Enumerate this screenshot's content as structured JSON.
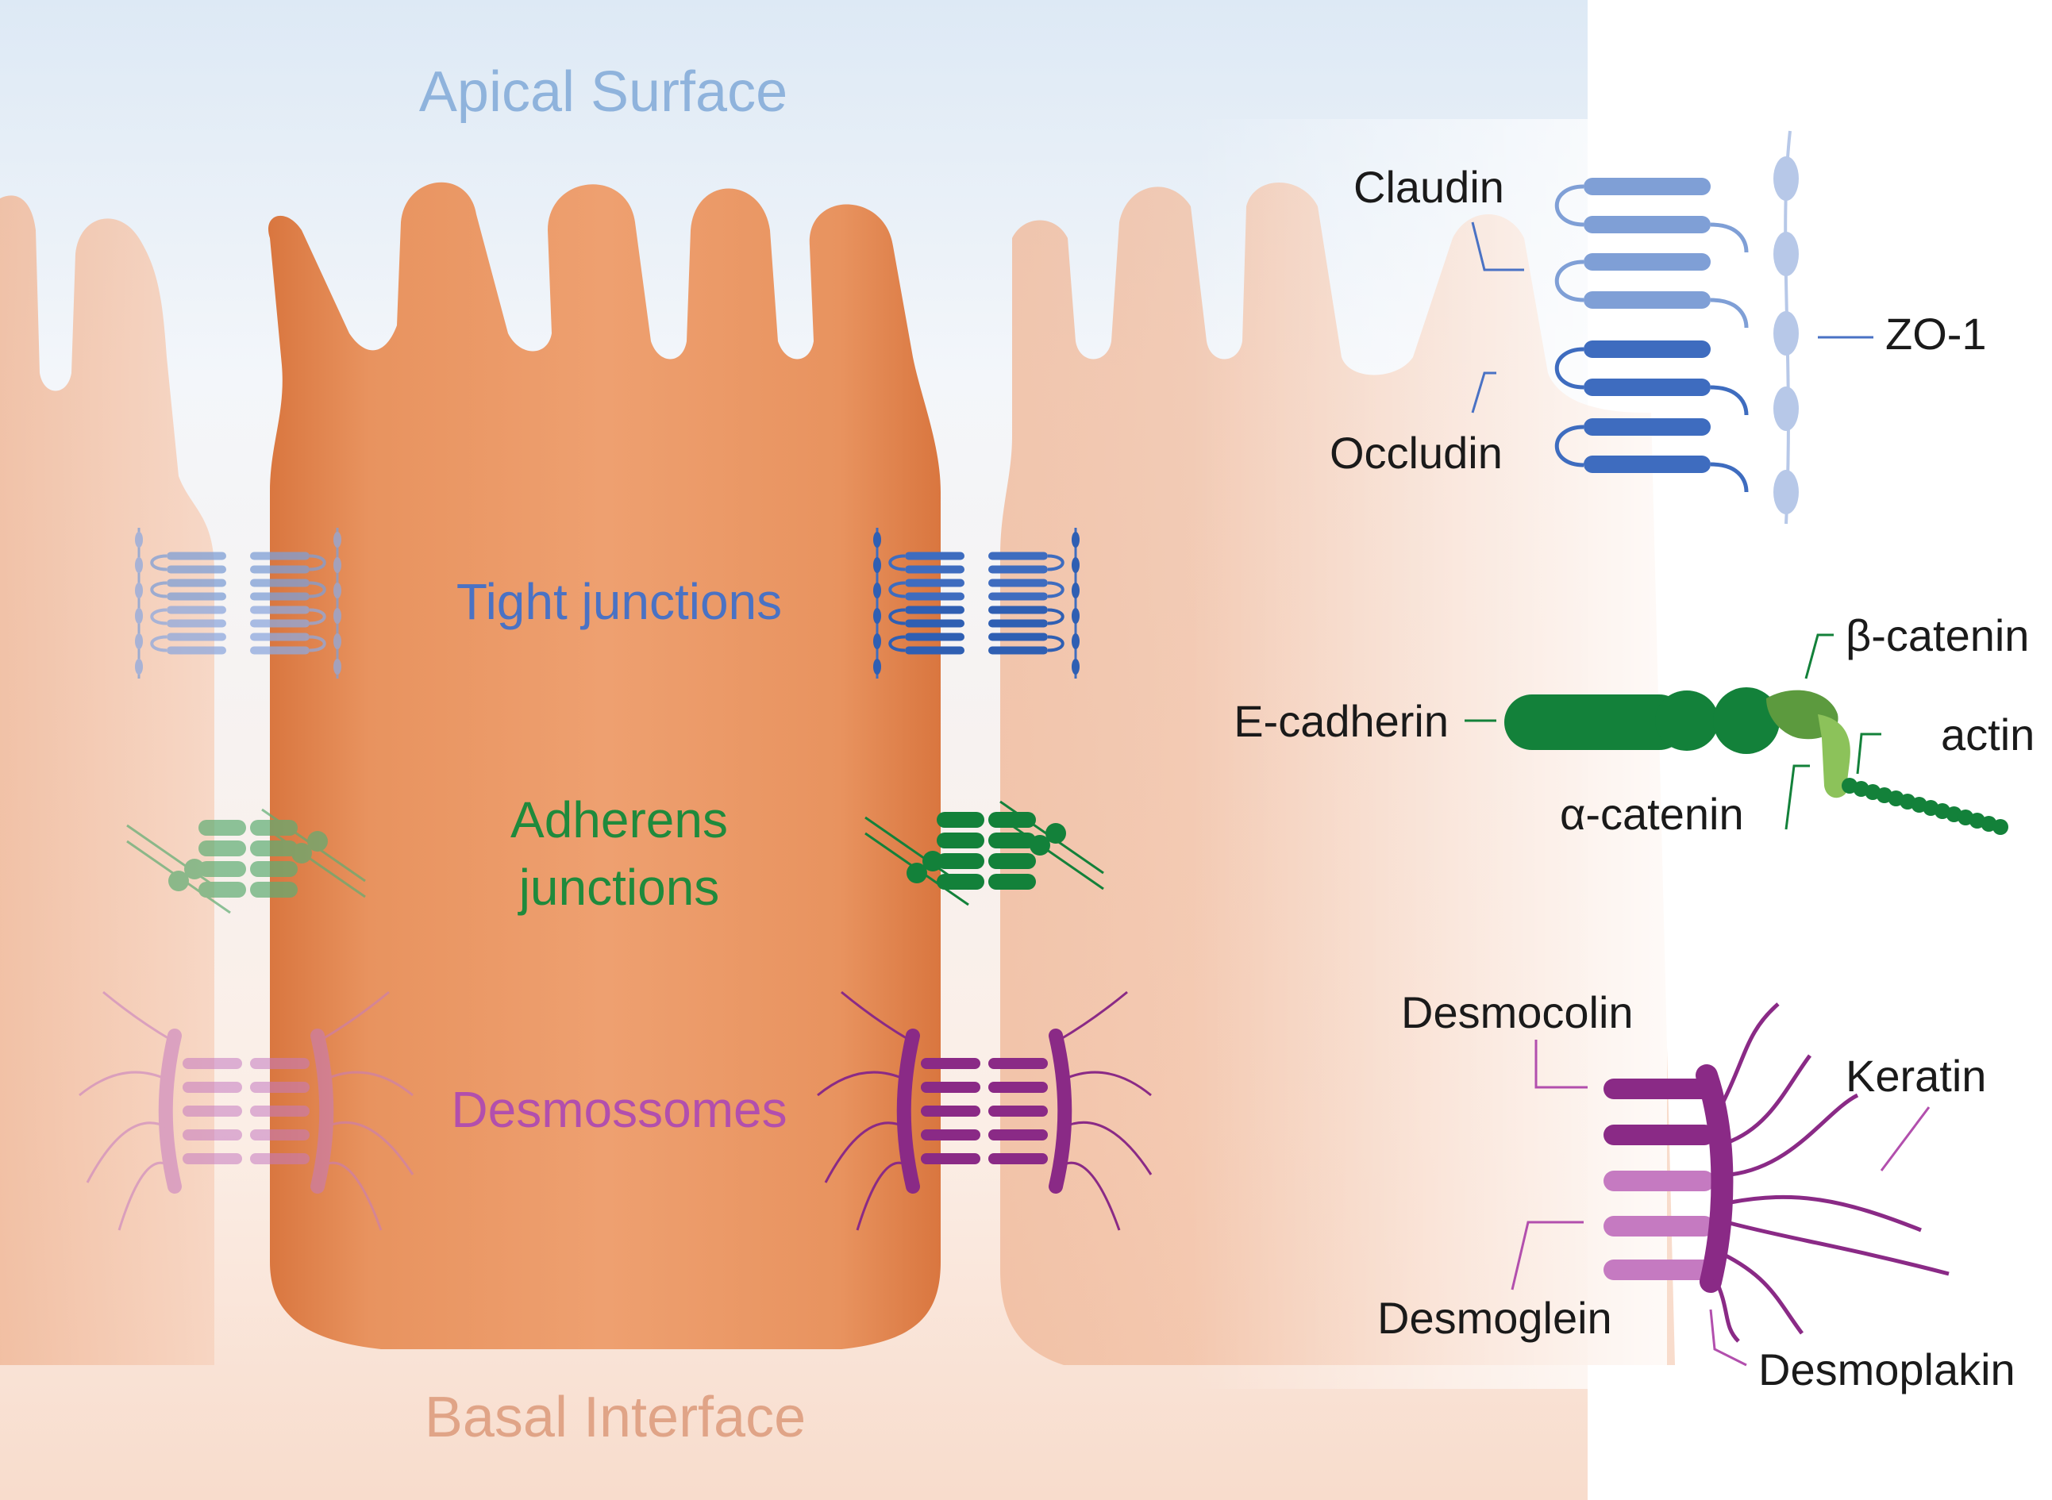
{
  "regions": {
    "apical": "Apical Surface",
    "basal": "Basal Interface"
  },
  "junction_labels": {
    "tight": "Tight junctions",
    "adherens_line1": "Adherens",
    "adherens_line2": "junctions",
    "desmosomes": "Desmossomes"
  },
  "tight_detail": {
    "claudin": "Claudin",
    "occludin": "Occludin",
    "zo1": "ZO-1"
  },
  "adherens_detail": {
    "e_cadherin": "E-cadherin",
    "beta_catenin": "β-catenin",
    "alpha_catenin": "α-catenin",
    "actin": "actin"
  },
  "desmosome_detail": {
    "desmocolin": "Desmocolin",
    "desmoglein": "Desmoglein",
    "desmoplakin": "Desmoplakin",
    "keratin": "Keratin"
  },
  "colors": {
    "apical_text": "#8fb3dc",
    "basal_text": "#e0a487",
    "cell_main": "#e8915e",
    "cell_main_dark": "#cf6d3a",
    "cell_side": "#f4c2a6",
    "tight_light": "#7f9fd6",
    "tight_dark": "#3e6cbf",
    "tight_text": "#4a72c4",
    "adherens_dark": "#13813a",
    "adherens_light": "#5fad73",
    "adherens_text": "#1f8a3c",
    "beta_catenin": "#5c9a3e",
    "alpha_catenin": "#8cc25a",
    "desmo_dark": "#8a2a86",
    "desmo_light": "#c57ac1",
    "desmo_text": "#b24fad",
    "label_text": "#1a1a1a"
  }
}
